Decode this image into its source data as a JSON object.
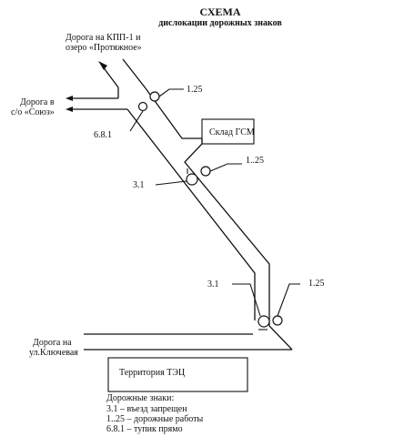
{
  "title": "СХЕМА",
  "subtitle": "дислокации дорожных знаков",
  "roads": {
    "top": [
      "Дорога на КПП-1 и",
      "озеро «Протяжное»"
    ],
    "left": [
      "Дорога в",
      "с/о «Союз»"
    ],
    "bottom": [
      "Дорога на",
      "ул.Ключевая"
    ]
  },
  "boxes": {
    "fuel_depot": "Склад ГСМ",
    "territory": "Территория ТЭЦ"
  },
  "sign_labels": {
    "top_125": "1.25",
    "top_681": "6.8.1",
    "mid_125": "1..25",
    "mid_31": "3.1",
    "bottom_31": "3.1",
    "bottom_125": "1.25"
  },
  "legend": {
    "title": "Дорожные знаки:",
    "items": [
      "3.1 – въезд запрещен",
      "1..25 – дорожные работы",
      "6.8.1 – тупик прямо"
    ]
  }
}
